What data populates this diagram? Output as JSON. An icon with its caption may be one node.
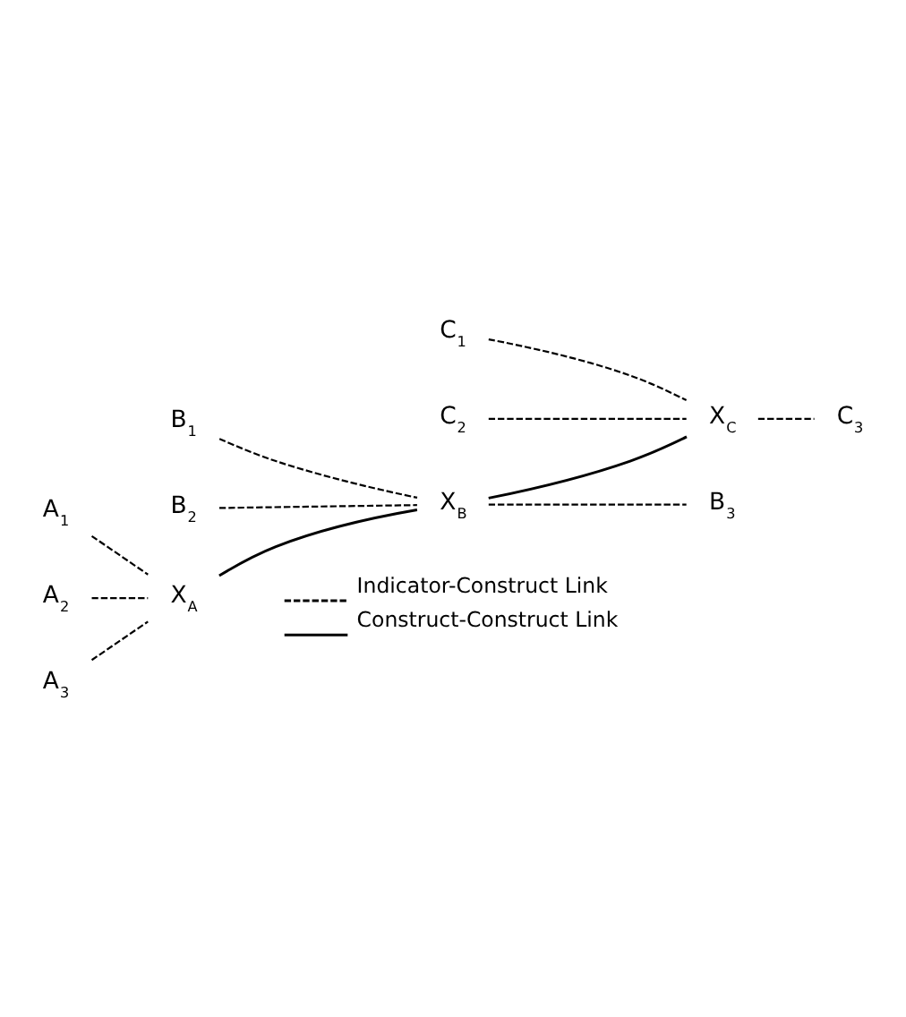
{
  "diagram": {
    "nodes": [
      {
        "text": [
          "X$_{A}$"
        ]
      },
      {
        "text": [
          "X$_{B}$"
        ]
      },
      {
        "text": [
          "X$_{C}$"
        ]
      },
      {
        "text": [
          "A$_{1}$"
        ]
      },
      {
        "text": [
          "A$_{2}$"
        ]
      },
      {
        "text": [
          "A$_{3}$"
        ]
      },
      {
        "text": [
          "B$_{1}$"
        ]
      },
      {
        "text": [
          "B$_{2}$"
        ]
      },
      {
        "text": [
          "B$_{3}$"
        ]
      },
      {
        "text": [
          "C$_{1}$"
        ]
      },
      {
        "text": [
          "C$_{2}$"
        ]
      },
      {
        "text": [
          "C$_{3}$"
        ]
      }
    ],
    "edges": [
      {
        "from": 0,
        "to": 1,
        "arrow": "none"
      },
      {
        "from": 1,
        "to": 2,
        "arrow": "none"
      },
      {
        "from": 3,
        "to": 0,
        "arrow": "none",
        "style": "dashed"
      },
      {
        "from": 4,
        "to": 0,
        "arrow": "none",
        "style": "dashed"
      },
      {
        "from": 5,
        "to": 0,
        "arrow": "none",
        "style": "dashed"
      },
      {
        "from": 6,
        "to": 1,
        "arrow": "none",
        "style": "dashed"
      },
      {
        "from": 7,
        "to": 1,
        "arrow": "none",
        "style": "dashed"
      },
      {
        "from": 1,
        "to": 8,
        "arrow": "none",
        "style": "dashed"
      },
      {
        "from": 9,
        "to": 2,
        "arrow": "none",
        "style": "dashed"
      },
      {
        "from": 10,
        "to": 2,
        "arrow": "none",
        "style": "dashed"
      },
      {
        "from": 2,
        "to": 11,
        "arrow": "none",
        "style": "dashed"
      }
    ],
    "legend": [
      {
        "text": "Indicator-Construct Link"
      },
      {
        "text": "Construct-Construct Link"
      }
    ]
  }
}
